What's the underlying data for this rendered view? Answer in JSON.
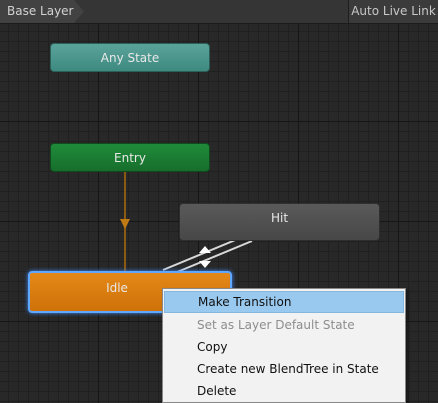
{
  "toolbar": {
    "breadcrumb": "Base Layer",
    "live_link": "Auto Live Link"
  },
  "states": {
    "any_state": "Any State",
    "entry": "Entry",
    "hit": "Hit",
    "idle": "Idle"
  },
  "context_menu": {
    "items": [
      {
        "label": "Make Transition",
        "state": "highlighted"
      },
      {
        "label": "Set as Layer Default State",
        "state": "disabled"
      },
      {
        "label": "Copy",
        "state": "enabled"
      },
      {
        "label": "Create new BlendTree in State",
        "state": "enabled"
      },
      {
        "label": "Delete",
        "state": "enabled"
      }
    ]
  },
  "colors": {
    "any_state": "#4f9990",
    "entry": "#1d8535",
    "hit": "#505050",
    "idle_default": "#dd7e10",
    "selection_outline": "#5fa7ff",
    "menu_highlight": "#99c9ef"
  }
}
